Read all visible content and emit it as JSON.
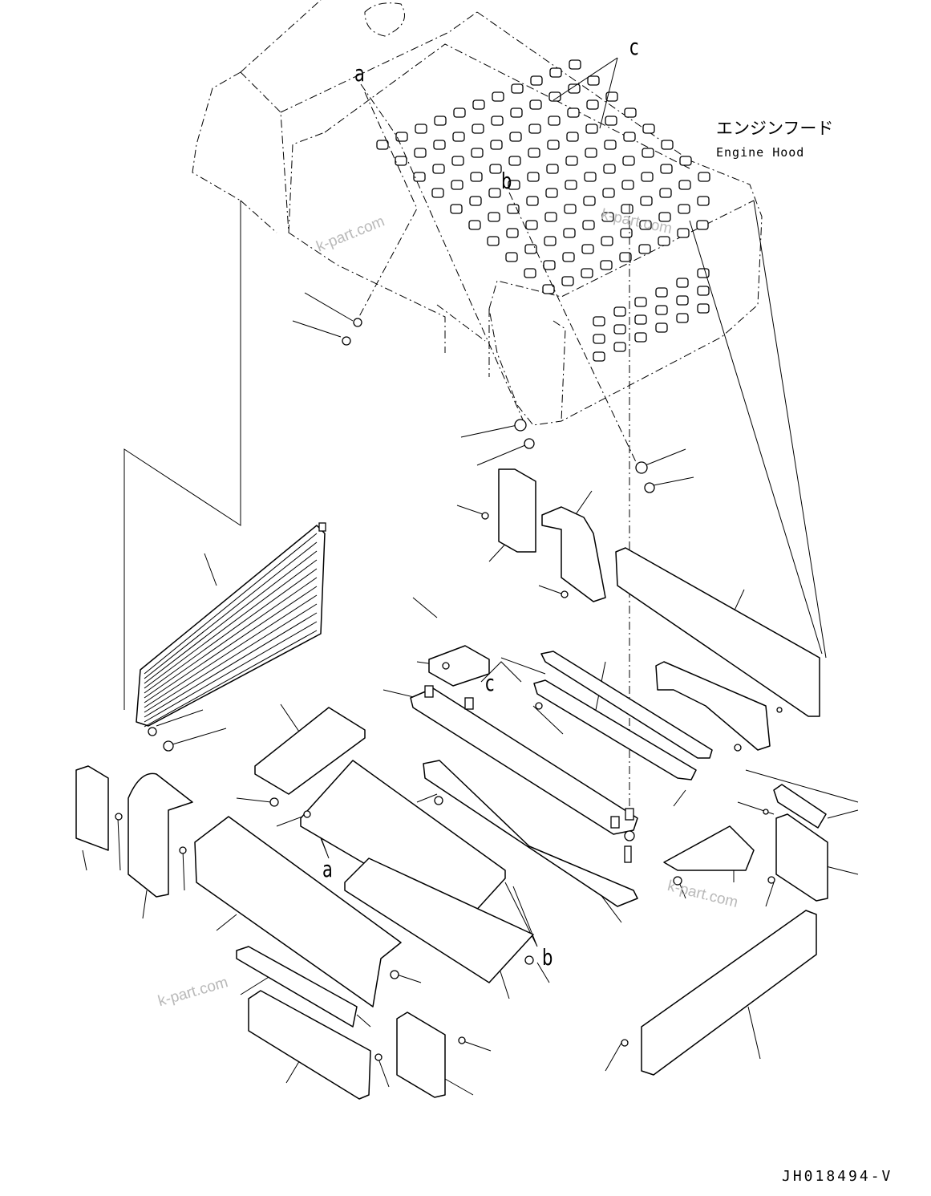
{
  "diagram": {
    "title_jp": "エンジンフード",
    "title_en": "Engine Hood",
    "drawing_code": "JH018494-V",
    "callouts": [
      "a",
      "b",
      "c",
      "c",
      "a",
      "b"
    ],
    "watermark": "k-part.com"
  }
}
